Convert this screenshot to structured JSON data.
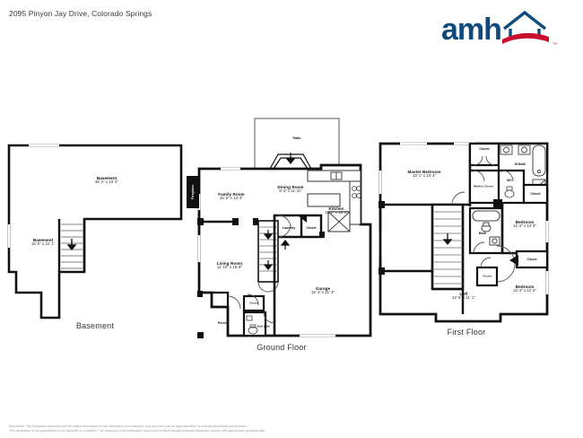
{
  "header": {
    "address": "2095 Pinyon Jay Drive, Colorado Springs",
    "logo": {
      "wordmark": "amh",
      "icon_name": "house-roof-icon",
      "navy": "#0e4b7c",
      "red": "#c8102e",
      "trademark": "™"
    }
  },
  "plans": {
    "basement": {
      "caption": "Basement",
      "rooms": [
        {
          "name": "Basement",
          "dim": "35' 2\" x 13' 4\""
        },
        {
          "name": "Basement",
          "dim": "15' 5\" x 22' 1\""
        }
      ]
    },
    "ground": {
      "caption": "Ground Floor",
      "rooms": [
        {
          "name": "Patio",
          "dim": ""
        },
        {
          "name": "Family Room",
          "dim": "15' 5\" x 13' 4\""
        },
        {
          "name": "Dining Room",
          "dim": "9' 4\" x 11' 11\""
        },
        {
          "name": "Kitchen",
          "dim": "12' 1\" x 13' 6\""
        },
        {
          "name": "Living Room",
          "dim": "11' 10\" x 15' 8\""
        },
        {
          "name": "Garage",
          "dim": "19' 4\" x 21' 4\""
        },
        {
          "name": "Laundry",
          "dim": ""
        },
        {
          "name": "Closet",
          "dim": ""
        },
        {
          "name": "Closet",
          "dim": ""
        },
        {
          "name": "Half Bath",
          "dim": ""
        },
        {
          "name": "Porch",
          "dim": ""
        },
        {
          "name": "Fireplace",
          "dim": ""
        }
      ]
    },
    "first": {
      "caption": "First Floor",
      "rooms": [
        {
          "name": "Master Bedroom",
          "dim": "19' 1\" x 13' 4\""
        },
        {
          "name": "Closet",
          "dim": ""
        },
        {
          "name": "M.Bath",
          "dim": ""
        },
        {
          "name": "Walk-In Closet",
          "dim": ""
        },
        {
          "name": "WC",
          "dim": ""
        },
        {
          "name": "Closet",
          "dim": ""
        },
        {
          "name": "Bath",
          "dim": ""
        },
        {
          "name": "Bedroom",
          "dim": "14' 4\" x 13' 9\""
        },
        {
          "name": "Closet",
          "dim": ""
        },
        {
          "name": "Closet",
          "dim": ""
        },
        {
          "name": "Bedroom",
          "dim": "13' 4\" x 14' 6\""
        },
        {
          "name": "Loft",
          "dim": "12' 5\" x 11' 1\""
        }
      ]
    }
  },
  "footer": {
    "line1": "Disclaimer: The floorplans depicted and the stated dimensions in this illustration are indicative only and serve as an approximation of existing structures and features.",
    "line2": "This illustration is not guaranteed to be accurate or complete. The accuracy of all information should be verified through personal inspection and/or with appropriate professionals."
  }
}
